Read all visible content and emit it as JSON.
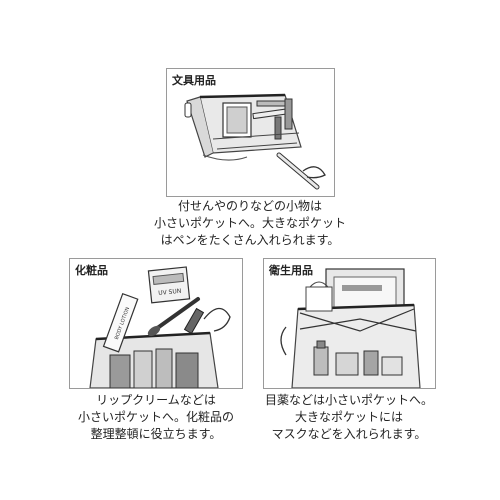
{
  "panels": [
    {
      "title": "文具用品",
      "caption": [
        "付せんやのりなどの小物は",
        "小さいポケットへ。大きなポケット",
        "はペンをたくさん入れられます。"
      ],
      "illustration": "pencil-case-with-stationery"
    },
    {
      "title": "化粧品",
      "caption": [
        "リップクリームなどは",
        "小さいポケットへ。化粧品の",
        "整理整頓に役立ちます。"
      ],
      "illustration": "pouch-with-cosmetics",
      "labels": [
        "UV SUN",
        "BODY LOTION"
      ]
    },
    {
      "title": "衛生用品",
      "caption": [
        "目薬などは小さいポケットへ。",
        "大きなポケットには",
        "マスクなどを入れられます。"
      ],
      "illustration": "pouch-with-hygiene-items"
    }
  ]
}
